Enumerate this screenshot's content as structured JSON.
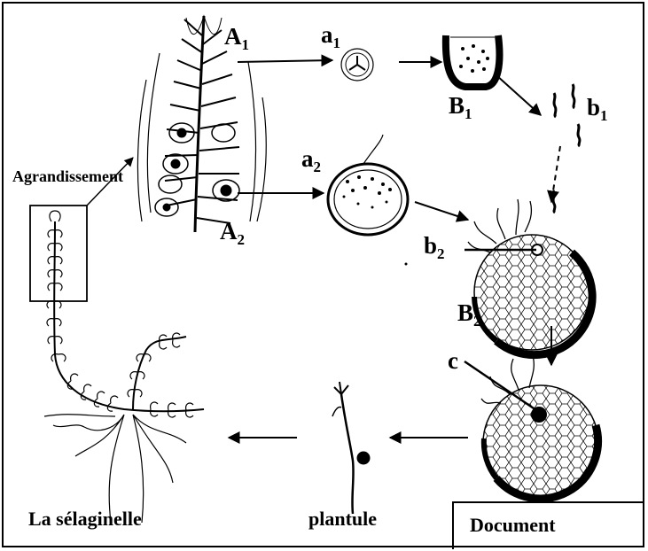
{
  "labels": {
    "A1": {
      "letter": "A",
      "sub": "1"
    },
    "A2": {
      "letter": "A",
      "sub": "2"
    },
    "a1": {
      "letter": "a",
      "sub": "1"
    },
    "a2": {
      "letter": "a",
      "sub": "2"
    },
    "B1": {
      "letter": "B",
      "sub": "1"
    },
    "B2": {
      "letter": "B",
      "sub": "2"
    },
    "b1": {
      "letter": "b",
      "sub": "1"
    },
    "b2": {
      "letter": "b",
      "sub": "2"
    },
    "c": "c",
    "agrandissement": "Agrandissement",
    "plant_name": "La sélaginelle",
    "plantule": "plantule",
    "document": "Document"
  }
}
